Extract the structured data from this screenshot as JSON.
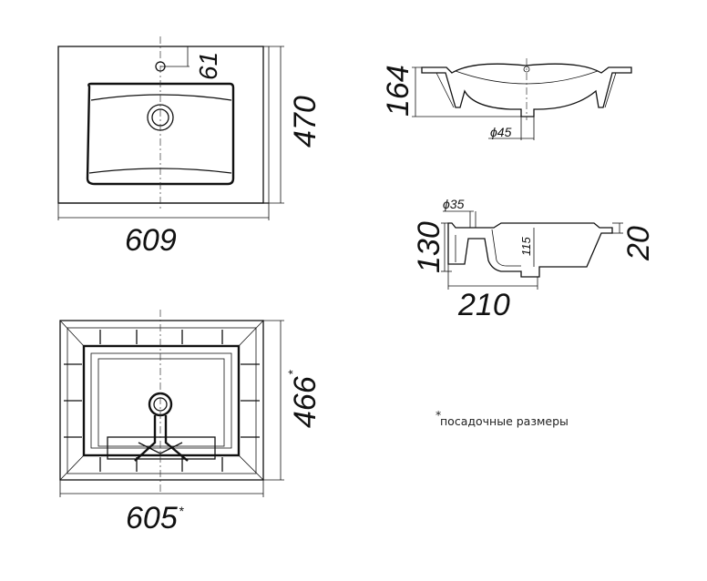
{
  "top_view": {
    "width": "609",
    "depth": "470",
    "tap_offset": "61"
  },
  "front_section": {
    "height": "164",
    "drain_diameter": "ϕ45"
  },
  "side_section": {
    "height": "130",
    "inner_depth": "115",
    "rim": "20",
    "depth": "210",
    "drain_diameter": "ϕ35"
  },
  "bottom_view": {
    "width": "605",
    "depth": "466",
    "fit_mark": "*"
  },
  "note": {
    "mark": "*",
    "text": "посадочные размеры"
  }
}
